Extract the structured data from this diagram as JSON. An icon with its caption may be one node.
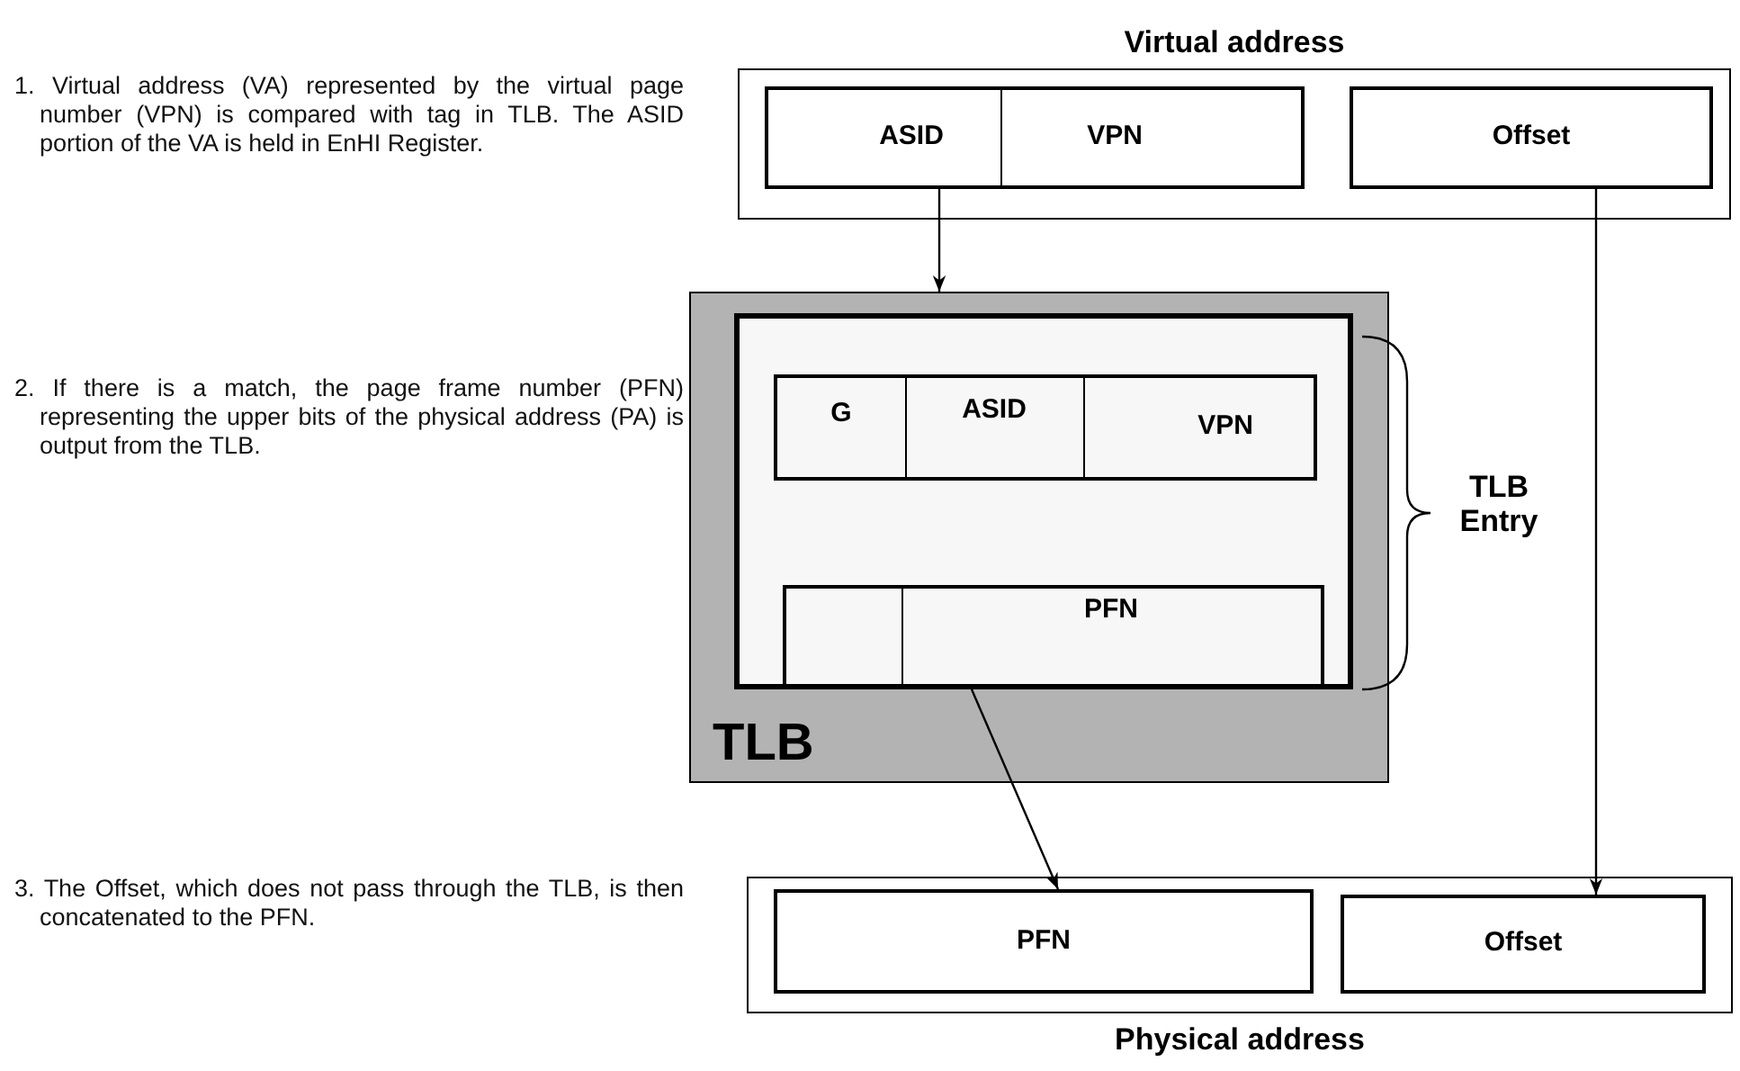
{
  "diagram": {
    "nodes": [
      {
        "text": [
          "Virtual address"
        ]
      },
      {
        "text": [
          "ASID"
        ],
        "in": 0
      },
      {
        "text": [
          "VPN"
        ],
        "in": 0
      },
      {
        "text": [
          "Offset"
        ],
        "in": 0
      },
      {
        "text": [
          "TLB"
        ]
      },
      {
        "text": [],
        "shape": "box",
        "in": 4,
        "beside": [
          "TLB Entry"
        ]
      },
      {
        "text": [
          "G"
        ],
        "in": 5
      },
      {
        "text": [
          "ASID"
        ],
        "in": 5
      },
      {
        "text": [
          "VPN"
        ],
        "in": 5
      },
      {
        "text": [],
        "shape": "box",
        "in": 5
      },
      {
        "text": [
          "PFN"
        ],
        "in": 5
      },
      {
        "text": [
          "Physical address"
        ]
      },
      {
        "text": [
          "PFN"
        ],
        "in": 11
      },
      {
        "text": [
          "Offset"
        ],
        "in": 11
      }
    ],
    "edges": [
      {
        "from": 1,
        "to": 4,
        "arrow": "to"
      },
      {
        "from": 10,
        "to": 12,
        "arrow": "to"
      },
      {
        "from": 3,
        "to": 13,
        "arrow": "to"
      }
    ],
    "labels": [
      "1. Virtual address (VA) represented by the virtual page number (VPN) is compared with tag in TLB. The ASID portion of the VA is held in EnHI Register.",
      "2. If there is a match, the page frame number (PFN) representing the upper bits of the physical address (PA) is output from the TLB.",
      "3. The Offset, which does not pass through the TLB, is then concatenated to the PFN."
    ]
  }
}
